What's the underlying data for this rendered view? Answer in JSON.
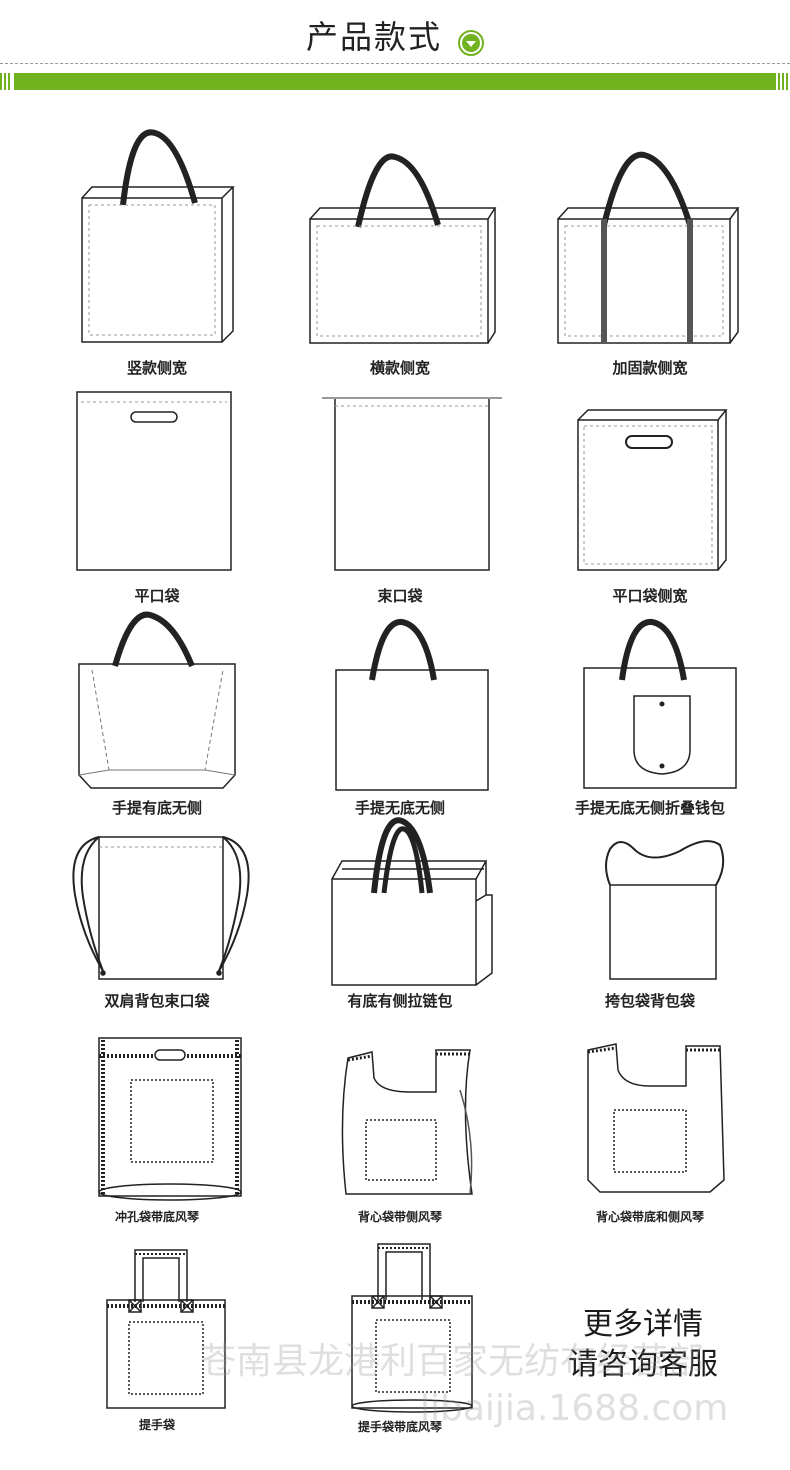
{
  "header": {
    "title": "产品款式",
    "icon": "chevron-down-circle-icon",
    "accent_color": "#71b21f"
  },
  "styles": [
    {
      "name": "竖款侧宽"
    },
    {
      "name": "横款侧宽"
    },
    {
      "name": "加固款侧宽"
    },
    {
      "name": "平口袋"
    },
    {
      "name": "束口袋"
    },
    {
      "name": "平口袋侧宽"
    },
    {
      "name": "手提有底无侧"
    },
    {
      "name": "手提无底无侧"
    },
    {
      "name": "手提无底无侧折叠钱包"
    },
    {
      "name": "双肩背包束口袋"
    },
    {
      "name": "有底有侧拉链包"
    },
    {
      "name": "挎包袋背包袋"
    },
    {
      "name": "冲孔袋带底风琴"
    },
    {
      "name": "背心袋带侧风琴"
    },
    {
      "name": "背心袋带底和侧风琴"
    },
    {
      "name": "提手袋"
    },
    {
      "name": "提手袋带底风琴"
    }
  ],
  "more_info": {
    "line1": "更多详情",
    "line2": "请咨询客服"
  },
  "watermark": {
    "company": "苍南县龙港利百家无纺布经营部",
    "site": "libaijia.1688.com"
  }
}
